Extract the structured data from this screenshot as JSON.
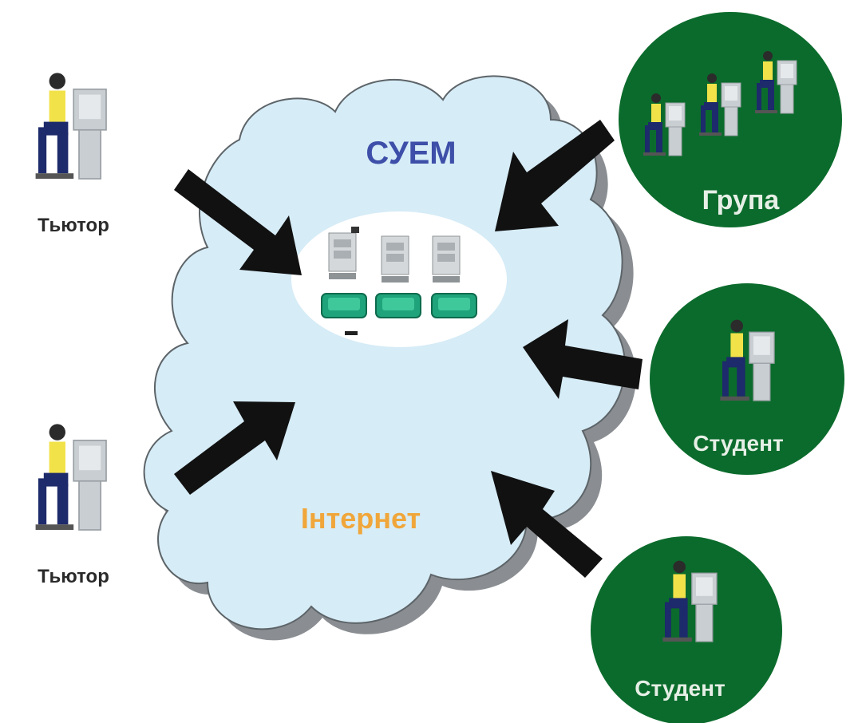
{
  "diagram": {
    "cloud_title": "СУЕМ",
    "cloud_label": "Інтернет",
    "tutors": [
      {
        "label": "Тьютор"
      },
      {
        "label": "Тьютор"
      }
    ],
    "groups": [
      {
        "label": "Група"
      },
      {
        "label": "Студент"
      },
      {
        "label": "Студент"
      }
    ],
    "colors": {
      "cloud_fill": "#d6ecf7",
      "cloud_shadow": "#8a8e92",
      "server_oval": "#ffffff",
      "group_fill": "#0b6b2c",
      "arrow": "#111111",
      "title_color": "#3d4fa8",
      "internet_color": "#f0a63a",
      "group_text": "#e6efe6",
      "server_screen": "#1fa37a"
    },
    "icons": [
      "person-at-computer-icon",
      "server-rack-icon",
      "arrow-icon"
    ]
  }
}
